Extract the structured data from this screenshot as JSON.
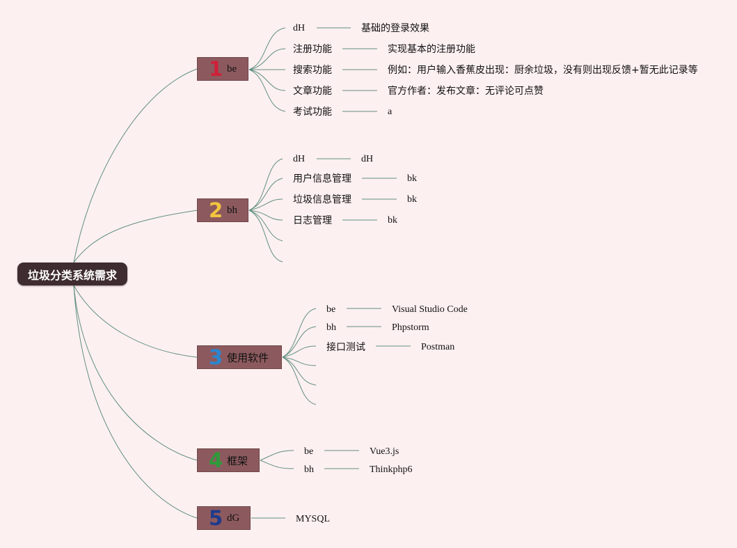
{
  "root": {
    "label": "垃圾分类系统需求"
  },
  "branches": [
    {
      "number": "1",
      "number_color": "#d0203a",
      "label": "be",
      "children": [
        {
          "label": "dH",
          "detail": "基础的登录效果"
        },
        {
          "label": "注册功能",
          "detail": "实现基本的注册功能"
        },
        {
          "label": "搜索功能",
          "detail": "例如：用户输入香蕉皮出现：厨余垃圾，没有则出现反馈+暂无此记录等"
        },
        {
          "label": "文章功能",
          "detail": "官方作者：发布文章：无评论可点赞"
        },
        {
          "label": "考试功能",
          "detail": "a"
        }
      ]
    },
    {
      "number": "2",
      "number_color": "#f2c53d",
      "label": "bh",
      "children": [
        {
          "label": "dH",
          "detail": "dH"
        },
        {
          "label": "用户信息管理",
          "detail": "bk"
        },
        {
          "label": "垃圾信息管理",
          "detail": "bk"
        },
        {
          "label": "日志管理",
          "detail": "bk"
        }
      ]
    },
    {
      "number": "3",
      "number_color": "#2a86d0",
      "label": "使用软件",
      "children": [
        {
          "label": "be",
          "detail": "Visual Studio Code"
        },
        {
          "label": "bh",
          "detail": "Phpstorm"
        },
        {
          "label": "接口测试",
          "detail": "Postman"
        }
      ]
    },
    {
      "number": "4",
      "number_color": "#2e9a3a",
      "label": "框架",
      "children": [
        {
          "label": "be",
          "detail": "Vue3.js"
        },
        {
          "label": "bh",
          "detail": "Thinkphp6"
        }
      ]
    },
    {
      "number": "5",
      "number_color": "#1f3a8a",
      "label": "dG",
      "children": [
        {
          "label": "MYSQL"
        }
      ]
    }
  ],
  "colors": {
    "background": "#fdf0f1",
    "root_fill": "#3e2c30",
    "branch_fill": "#8c5a5e",
    "connector": "#5f8f80"
  }
}
